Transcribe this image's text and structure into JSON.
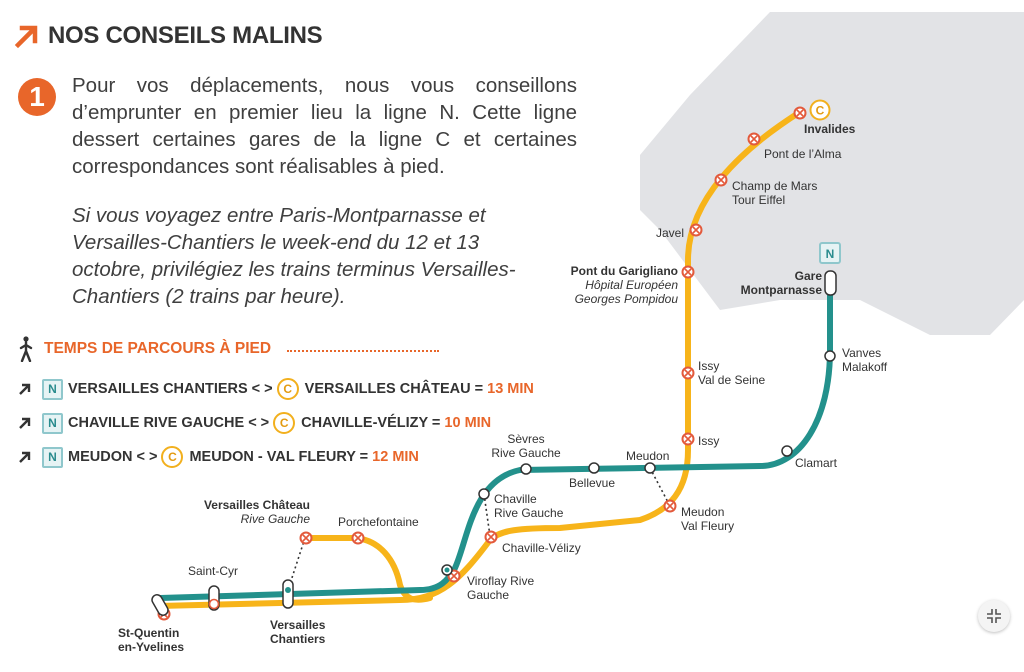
{
  "header": {
    "title": "NOS CONSEILS MALINS"
  },
  "tip": {
    "number": "1",
    "paragraph": "Pour vos déplacements, nous vous conseillons d’emprunter en premier lieu la ligne N. Cette ligne dessert certaines gares de la ligne C et certaines correspondances sont réalisables à pied.",
    "italic": "Si vous voyagez entre Paris-Montparnasse et Versailles-Chantiers le week-end du 12 et 13 octobre, privilégiez les trains terminus Versailles-Chantiers (2 trains par heure)."
  },
  "walking": {
    "heading": "TEMPS DE PARCOURS À PIED",
    "rows": [
      {
        "from": "VERSAILLES CHANTIERS < >",
        "to": "VERSAILLES CHÂTEAU =",
        "time": "13 MIN"
      },
      {
        "from": "CHAVILLE RIVE GAUCHE < >",
        "to": "CHAVILLE-VÉLIZY =",
        "time": "10 MIN"
      },
      {
        "from": "MEUDON < >",
        "to": "MEUDON - VAL FLEURY =",
        "time": "12 MIN"
      }
    ]
  },
  "badges": {
    "n": "N",
    "c": "C"
  },
  "colors": {
    "line_n": "#23918c",
    "line_c": "#f7b41a",
    "accent": "#e8662a",
    "paris_zone": "#e2e3e6",
    "closed": "#e35a3c"
  },
  "stations": {
    "invalides": "Invalides",
    "pont_alma": "Pont de l’Alma",
    "champ_mars_1": "Champ de Mars",
    "champ_mars_2": "Tour Eiffel",
    "javel": "Javel",
    "garigliano_1": "Pont du Garigliano",
    "garigliano_2": "Hôpital Européen",
    "garigliano_3": "Georges Pompidou",
    "gare_mp_1": "Gare",
    "gare_mp_2": "Montparnasse",
    "vanves_1": "Vanves",
    "vanves_2": "Malakoff",
    "issy_vds_1": "Issy",
    "issy_vds_2": "Val de Seine",
    "issy": "Issy",
    "clamart": "Clamart",
    "sevres_1": "Sèvres",
    "sevres_2": "Rive Gauche",
    "meudon": "Meudon",
    "bellevue": "Bellevue",
    "chaville_rg_1": "Chaville",
    "chaville_rg_2": "Rive Gauche",
    "meudon_vf_1": "Meudon",
    "meudon_vf_2": "Val Fleury",
    "chaville_velizy": "Chaville-Vélizy",
    "versailles_chateau_1": "Versailles Château",
    "versailles_chateau_2": "Rive Gauche",
    "porchefontaine": "Porchefontaine",
    "viroflay_1": "Viroflay Rive",
    "viroflay_2": "Gauche",
    "saint_cyr": "Saint-Cyr",
    "sqy_1": "St-Quentin",
    "sqy_2": "en-Yvelines",
    "vchantiers_1": "Versailles",
    "vchantiers_2": "Chantiers"
  }
}
